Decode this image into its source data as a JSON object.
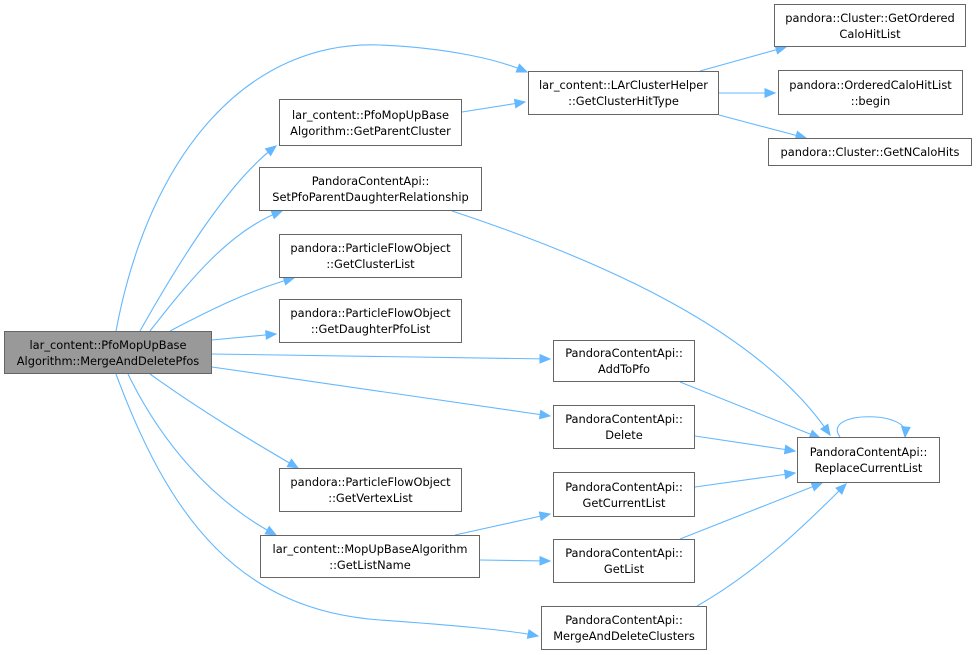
{
  "diagram": {
    "colors": {
      "edge": "#63b8ff",
      "node_border": "#666666",
      "root_fill": "#999999",
      "node_fill": "#ffffff"
    },
    "nodes": {
      "root": {
        "lines": [
          "lar_content::PfoMopUpBase",
          "Algorithm::MergeAndDeletePfos"
        ]
      },
      "getParent": {
        "lines": [
          "lar_content::PfoMopUpBase",
          "Algorithm::GetParentCluster"
        ]
      },
      "setPfo": {
        "lines": [
          "PandoraContentApi::",
          "SetPfoParentDaughterRelationship"
        ]
      },
      "clusterList": {
        "lines": [
          "pandora::ParticleFlowObject",
          "::GetClusterList"
        ]
      },
      "daughter": {
        "lines": [
          "pandora::ParticleFlowObject",
          "::GetDaughterPfoList"
        ]
      },
      "vertexList": {
        "lines": [
          "pandora::ParticleFlowObject",
          "::GetVertexList"
        ]
      },
      "listName": {
        "lines": [
          "lar_content::MopUpBaseAlgorithm",
          "::GetListName"
        ]
      },
      "larCluster": {
        "lines": [
          "lar_content::LArClusterHelper",
          "::GetClusterHitType"
        ]
      },
      "getOrdered": {
        "lines": [
          "pandora::Cluster::GetOrdered",
          "CaloHitList"
        ]
      },
      "begin": {
        "lines": [
          "pandora::OrderedCaloHitList",
          "::begin"
        ]
      },
      "nCalo": {
        "lines": [
          "pandora::Cluster::GetNCaloHits"
        ]
      },
      "addToPfo": {
        "lines": [
          "PandoraContentApi::",
          "AddToPfo"
        ]
      },
      "delete": {
        "lines": [
          "PandoraContentApi::",
          "Delete"
        ]
      },
      "currentList": {
        "lines": [
          "PandoraContentApi::",
          "GetCurrentList"
        ]
      },
      "getList": {
        "lines": [
          "PandoraContentApi::",
          "GetList"
        ]
      },
      "mergeClusters": {
        "lines": [
          "PandoraContentApi::",
          "MergeAndDeleteClusters"
        ]
      },
      "replace": {
        "lines": [
          "PandoraContentApi::",
          "ReplaceCurrentList"
        ]
      }
    },
    "edges": [
      [
        "root",
        "larCluster"
      ],
      [
        "root",
        "getParent"
      ],
      [
        "root",
        "setPfo"
      ],
      [
        "root",
        "clusterList"
      ],
      [
        "root",
        "daughter"
      ],
      [
        "root",
        "addToPfo"
      ],
      [
        "root",
        "delete"
      ],
      [
        "root",
        "vertexList"
      ],
      [
        "root",
        "listName"
      ],
      [
        "root",
        "mergeClusters"
      ],
      [
        "getParent",
        "larCluster"
      ],
      [
        "larCluster",
        "getOrdered"
      ],
      [
        "larCluster",
        "begin"
      ],
      [
        "larCluster",
        "nCalo"
      ],
      [
        "setPfo",
        "replace"
      ],
      [
        "addToPfo",
        "replace"
      ],
      [
        "delete",
        "replace"
      ],
      [
        "currentList",
        "replace"
      ],
      [
        "getList",
        "replace"
      ],
      [
        "mergeClusters",
        "replace"
      ],
      [
        "replace",
        "replace"
      ],
      [
        "listName",
        "currentList"
      ],
      [
        "listName",
        "getList"
      ]
    ]
  }
}
